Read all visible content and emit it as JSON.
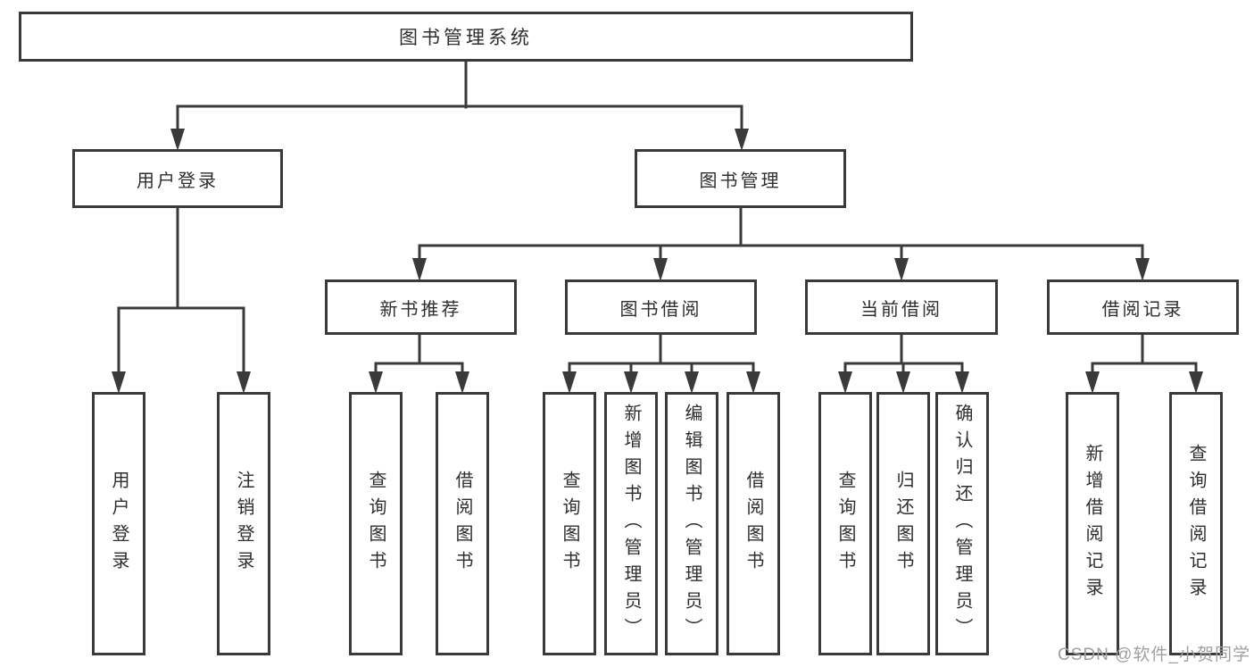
{
  "diagram_type": "hierarchy-flowchart",
  "colors": {
    "line": "#3a3a3a",
    "box_border": "#3a3a3a",
    "box_background": "#ffffff",
    "text": "#2e2e2e",
    "watermark": "#a0a0a0",
    "page_background": "#ffffff"
  },
  "tree": {
    "root": {
      "label": "图书管理系统"
    },
    "level1": [
      {
        "label": "用户登录",
        "children": [
          {
            "label": "用户登录"
          },
          {
            "label": "注销登录"
          }
        ]
      },
      {
        "label": "图书管理",
        "children": [
          {
            "label": "新书推荐",
            "children": [
              {
                "label": "查询图书"
              },
              {
                "label": "借阅图书"
              }
            ]
          },
          {
            "label": "图书借阅",
            "children": [
              {
                "label": "查询图书"
              },
              {
                "label": "新增图书（管理员）"
              },
              {
                "label": "编辑图书（管理员）"
              },
              {
                "label": "借阅图书"
              }
            ]
          },
          {
            "label": "当前借阅",
            "children": [
              {
                "label": "查询图书"
              },
              {
                "label": "归还图书"
              },
              {
                "label": "确认归还（管理员）"
              }
            ]
          },
          {
            "label": "借阅记录",
            "children": [
              {
                "label": "新增借阅记录"
              },
              {
                "label": "查询借阅记录"
              }
            ]
          }
        ]
      }
    ]
  },
  "watermark": {
    "text": "CSDN @软件_小贺同学"
  }
}
